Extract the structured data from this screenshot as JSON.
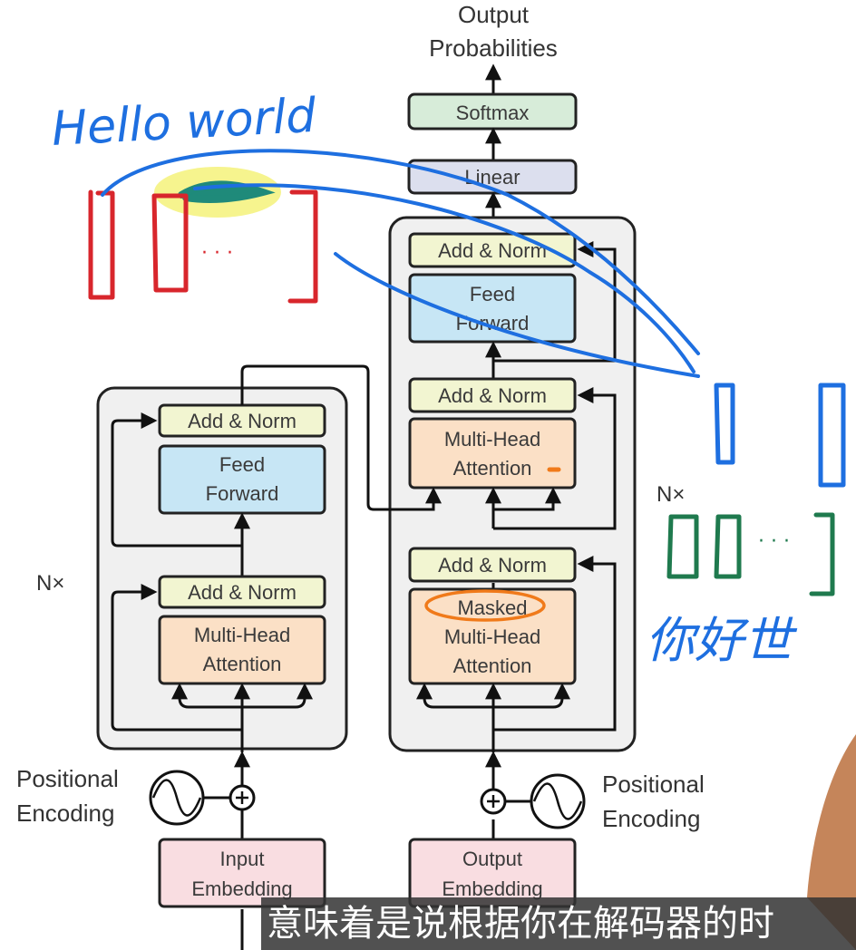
{
  "output_probabilities": [
    "Output",
    "Probabilities"
  ],
  "decoder": {
    "softmax": "Softmax",
    "linear": "Linear",
    "add_norm_top": "Add & Norm",
    "feed_forward": [
      "Feed",
      "Forward"
    ],
    "add_norm_mid": "Add & Norm",
    "mha": [
      "Multi-Head",
      "Attention"
    ],
    "add_norm_low": "Add & Norm",
    "masked_mha": [
      "Masked",
      "Multi-Head",
      "Attention"
    ],
    "nx": "N×",
    "positional_encoding": [
      "Positional",
      "Encoding"
    ],
    "output_embedding": [
      "Output",
      "Embedding"
    ]
  },
  "encoder": {
    "add_norm_top": "Add & Norm",
    "feed_forward": [
      "Feed",
      "Forward"
    ],
    "add_norm_low": "Add & Norm",
    "mha": [
      "Multi-Head",
      "Attention"
    ],
    "nx": "N×",
    "positional_encoding": [
      "Positional",
      "Encoding"
    ],
    "input_embedding": [
      "Input",
      "Embedding"
    ]
  },
  "handwriting": {
    "english": "Hello world",
    "ellipsis_1": "· · ·",
    "ellipsis_2": "· · ·",
    "chinese": "你好世"
  },
  "subtitle": "意味着是说根据你在解码器的时",
  "colors": {
    "softmax": "#d7ecd9",
    "linear": "#dcdfee",
    "add_norm": "#f2f5d1",
    "feed_forward": "#c7e6f5",
    "attention": "#fbe0c6",
    "embedding": "#f9dde1",
    "block_bg": "#f0f0f0",
    "ink_blue": "#1e6fe0",
    "ink_red": "#d8262c",
    "ink_green": "#1f7a4e",
    "ink_orange": "#f07a1a",
    "highlight": "#f5f27a"
  }
}
